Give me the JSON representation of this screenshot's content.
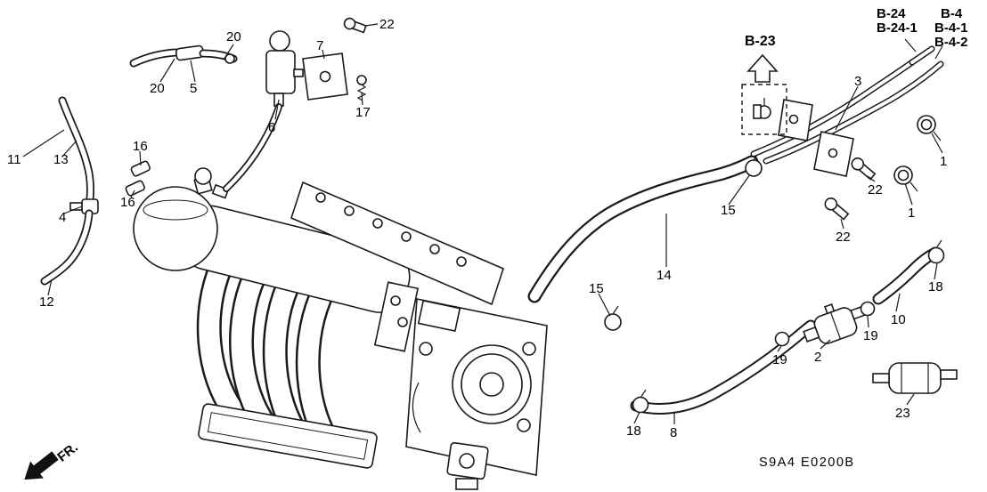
{
  "diagram": {
    "code": "S9A4 E0200B",
    "fr_label": "FR.",
    "colors": {
      "line": "#1a1a1a",
      "background": "#ffffff"
    },
    "icons": {
      "fr_arrow": "solid-direction-arrow",
      "b23_arrow": "hollow-up-arrow"
    },
    "refs": [
      {
        "text": "B-23"
      },
      {
        "text": "B-24"
      },
      {
        "text": "B-24-1"
      },
      {
        "text": "B-4"
      },
      {
        "text": "B-4-1"
      },
      {
        "text": "B-4-2"
      }
    ],
    "callouts": [
      {
        "text": "20"
      },
      {
        "text": "22"
      },
      {
        "text": "7"
      },
      {
        "text": "20"
      },
      {
        "text": "5"
      },
      {
        "text": "17"
      },
      {
        "text": "6"
      },
      {
        "text": "3"
      },
      {
        "text": "1"
      },
      {
        "text": "22"
      },
      {
        "text": "1"
      },
      {
        "text": "22"
      },
      {
        "text": "11"
      },
      {
        "text": "13"
      },
      {
        "text": "16"
      },
      {
        "text": "16"
      },
      {
        "text": "4"
      },
      {
        "text": "15"
      },
      {
        "text": "14"
      },
      {
        "text": "15"
      },
      {
        "text": "12"
      },
      {
        "text": "18"
      },
      {
        "text": "10"
      },
      {
        "text": "19"
      },
      {
        "text": "2"
      },
      {
        "text": "19"
      },
      {
        "text": "23"
      },
      {
        "text": "18"
      },
      {
        "text": "8"
      }
    ]
  }
}
